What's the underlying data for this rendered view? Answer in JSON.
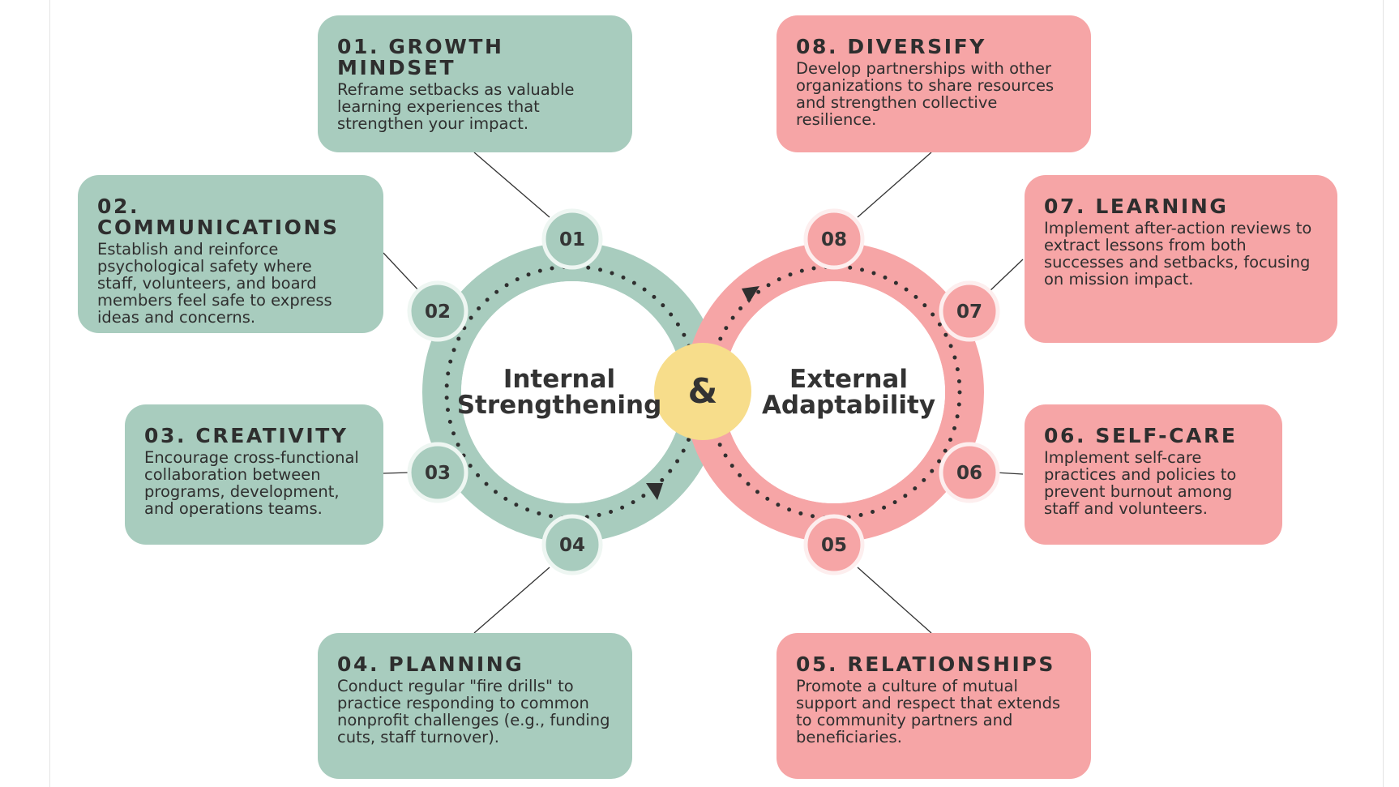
{
  "colors": {
    "green": "#a8ccbe",
    "pink": "#f6a5a6",
    "yellow": "#f7dd8b",
    "text": "#2f2f2f"
  },
  "center": {
    "left_line1": "Internal",
    "left_line2": "Strengthening",
    "ampersand": "&",
    "right_line1": "External",
    "right_line2": "Adaptability"
  },
  "nodes": [
    "01",
    "02",
    "03",
    "04",
    "05",
    "06",
    "07",
    "08"
  ],
  "cards": [
    {
      "id": "01",
      "title": "01. GROWTH MINDSET",
      "lines": [
        "Reframe setbacks as valuable",
        "learning experiences that",
        "strengthen your impact."
      ]
    },
    {
      "id": "02",
      "title": "02. COMMUNICATIONS",
      "lines": [
        "Establish and reinforce",
        "psychological safety where",
        "staff, volunteers, and board",
        "members feel safe to express",
        "ideas and concerns."
      ]
    },
    {
      "id": "03",
      "title": "03. CREATIVITY",
      "lines": [
        "Encourage cross-functional",
        "collaboration between",
        "programs, development,",
        "and operations teams."
      ]
    },
    {
      "id": "04",
      "title": "04. PLANNING",
      "lines": [
        "Conduct regular \"fire drills\" to",
        "practice responding to common",
        "nonprofit challenges (e.g., funding",
        "cuts, staff turnover)."
      ]
    },
    {
      "id": "05",
      "title": "05. RELATIONSHIPS",
      "lines": [
        "Promote a culture of mutual",
        "support and respect that extends",
        "to community partners and",
        "beneficiaries."
      ]
    },
    {
      "id": "06",
      "title": "06. SELF-CARE",
      "lines": [
        "Implement self-care",
        "practices and policies to",
        "prevent burnout among",
        "staff and volunteers."
      ]
    },
    {
      "id": "07",
      "title": "07. LEARNING",
      "lines": [
        "Implement after-action reviews to",
        "extract lessons from both",
        "successes and setbacks, focusing",
        "on mission impact."
      ]
    },
    {
      "id": "08",
      "title": "08. DIVERSIFY",
      "lines": [
        "Develop partnerships with other",
        "organizations to share resources",
        "and strengthen collective",
        "resilience."
      ]
    }
  ]
}
